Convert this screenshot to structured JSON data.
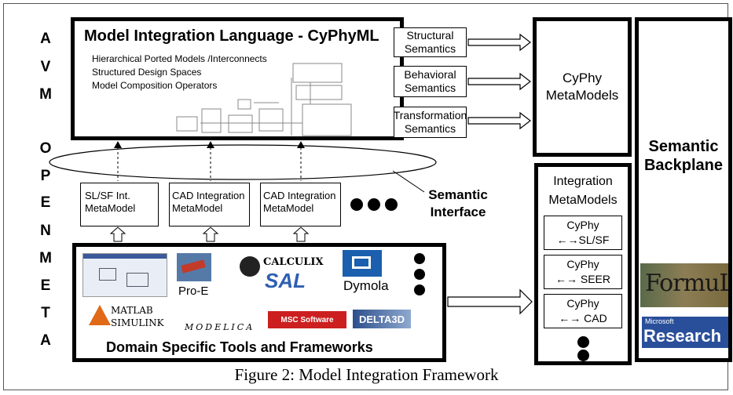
{
  "side_letters": [
    "A",
    "V",
    "M",
    "O",
    "P",
    "E",
    "N",
    "M",
    "E",
    "T",
    "A"
  ],
  "cyphyml": {
    "title": "Model Integration Language - CyPhyML",
    "bullets": [
      "Hierarchical Ported Models /Interconnects",
      "Structured Design Spaces",
      "Model Composition Operators"
    ]
  },
  "semantics": [
    "Structural Semantics",
    "Behavioral Semantics",
    "Transformation Semantics"
  ],
  "cyphy_metamodels": "CyPhy MetaModels",
  "semantic_backplane": "Semantic Backplane",
  "integration_metamodels_title": "Integration MetaModels",
  "integration_items": [
    {
      "top": "CyPhy",
      "bottom": "←→SL/SF"
    },
    {
      "top": "CyPhy",
      "bottom": "←→ SEER"
    },
    {
      "top": "CyPhy",
      "bottom": "←→ CAD"
    }
  ],
  "int_metamodels": [
    "SL/SF Int. MetaModel",
    "CAD Integration MetaModel",
    "CAD Integration MetaModel"
  ],
  "semantic_interface": "Semantic Interface",
  "tools": {
    "pro_e": "Pro-E",
    "calculix": "CALCULIX",
    "sal": "SAL",
    "dymola": "Dymola",
    "matlab": "MATLAB",
    "simulink": "SIMULINK",
    "modelica": "MODELICA",
    "msc": "MSC Software",
    "delta3d": "DELTA3D"
  },
  "domain_tools_title": "Domain Specific Tools and Frameworks",
  "formula_logo": "FormuLa",
  "microsoft": "Microsoft",
  "research": "Research",
  "caption": "Figure 2: Model Integration Framework"
}
